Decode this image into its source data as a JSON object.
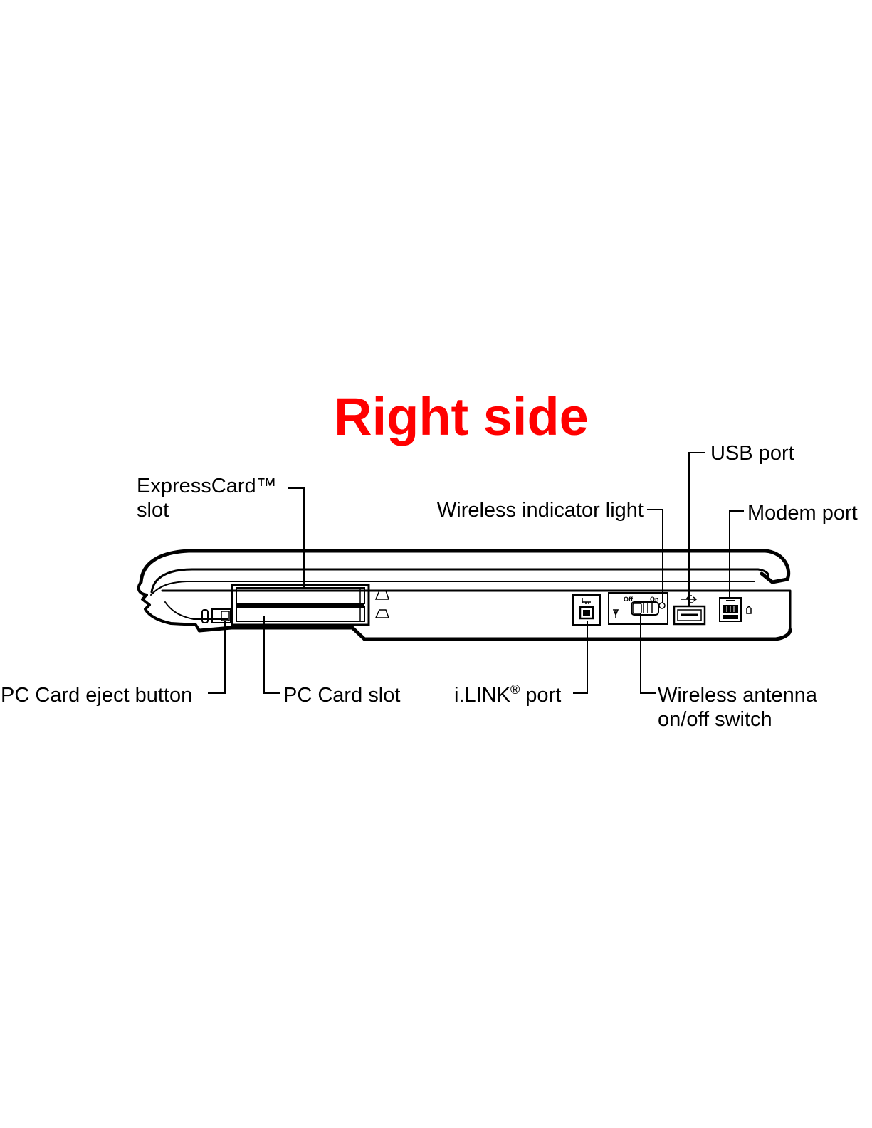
{
  "diagram": {
    "title": "Right side",
    "title_color": "#ff0000",
    "callouts": {
      "expresscard_line1": "ExpressCard™",
      "expresscard_line2": "slot",
      "wireless_indicator": "Wireless indicator light",
      "usb_port": "USB port",
      "modem_port": "Modem port",
      "pc_card_eject": "PC Card eject button",
      "pc_card_slot": "PC Card slot",
      "ilink_main": "i.LINK",
      "ilink_reg": "®",
      "ilink_port": " port",
      "wireless_switch_line1": "Wireless antenna",
      "wireless_switch_line2": "on/off switch"
    },
    "switch_labels": {
      "off": "Off",
      "on": "On"
    }
  }
}
